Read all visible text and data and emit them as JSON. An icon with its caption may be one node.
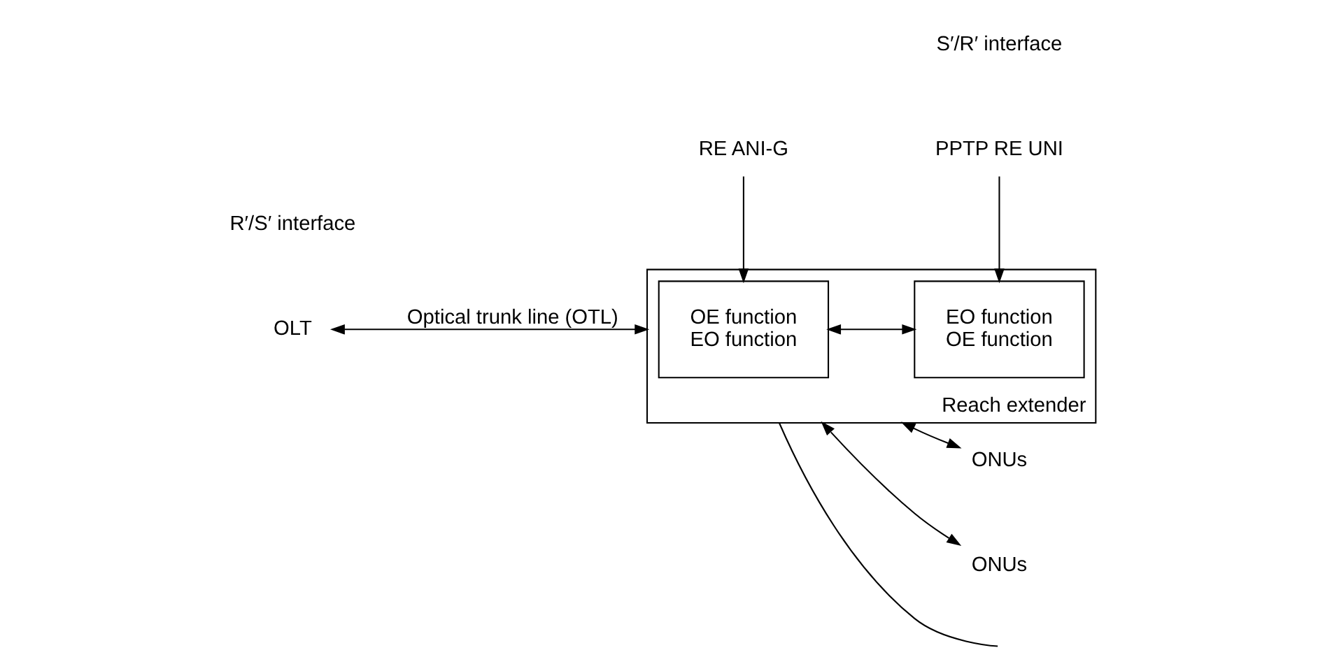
{
  "diagram": {
    "nodes": [
      {
        "text": [
          "Reach extender"
        ]
      },
      {
        "text": [
          "OE function",
          "EO function"
        ],
        "in": 0
      },
      {
        "text": [
          "EO function",
          "OE function"
        ],
        "in": 0
      },
      {
        "text": [
          "OLT"
        ]
      },
      {
        "text": [
          "ONUs"
        ]
      },
      {
        "text": [
          "ONUs"
        ]
      },
      {
        "text": [
          "RE ANI-G"
        ]
      },
      {
        "text": [
          "PPTP RE UNI"
        ]
      }
    ],
    "edges": [
      {
        "from": 3,
        "to": 0,
        "arrow": "both",
        "label": "Optical trunk line (OTL)"
      },
      {
        "from": 1,
        "to": 2,
        "arrow": "both"
      },
      {
        "from": 0,
        "to": 4,
        "arrow": "both"
      },
      {
        "from": 0,
        "to": null,
        "arrow": "none"
      },
      {
        "from": 0,
        "to": 5,
        "arrow": "both"
      },
      {
        "from": 6,
        "to": 1,
        "arrow": "to"
      },
      {
        "from": 7,
        "to": 2,
        "arrow": "to"
      }
    ],
    "labels": [
      "R′/S′ interface",
      "S′/R′ interface"
    ]
  }
}
